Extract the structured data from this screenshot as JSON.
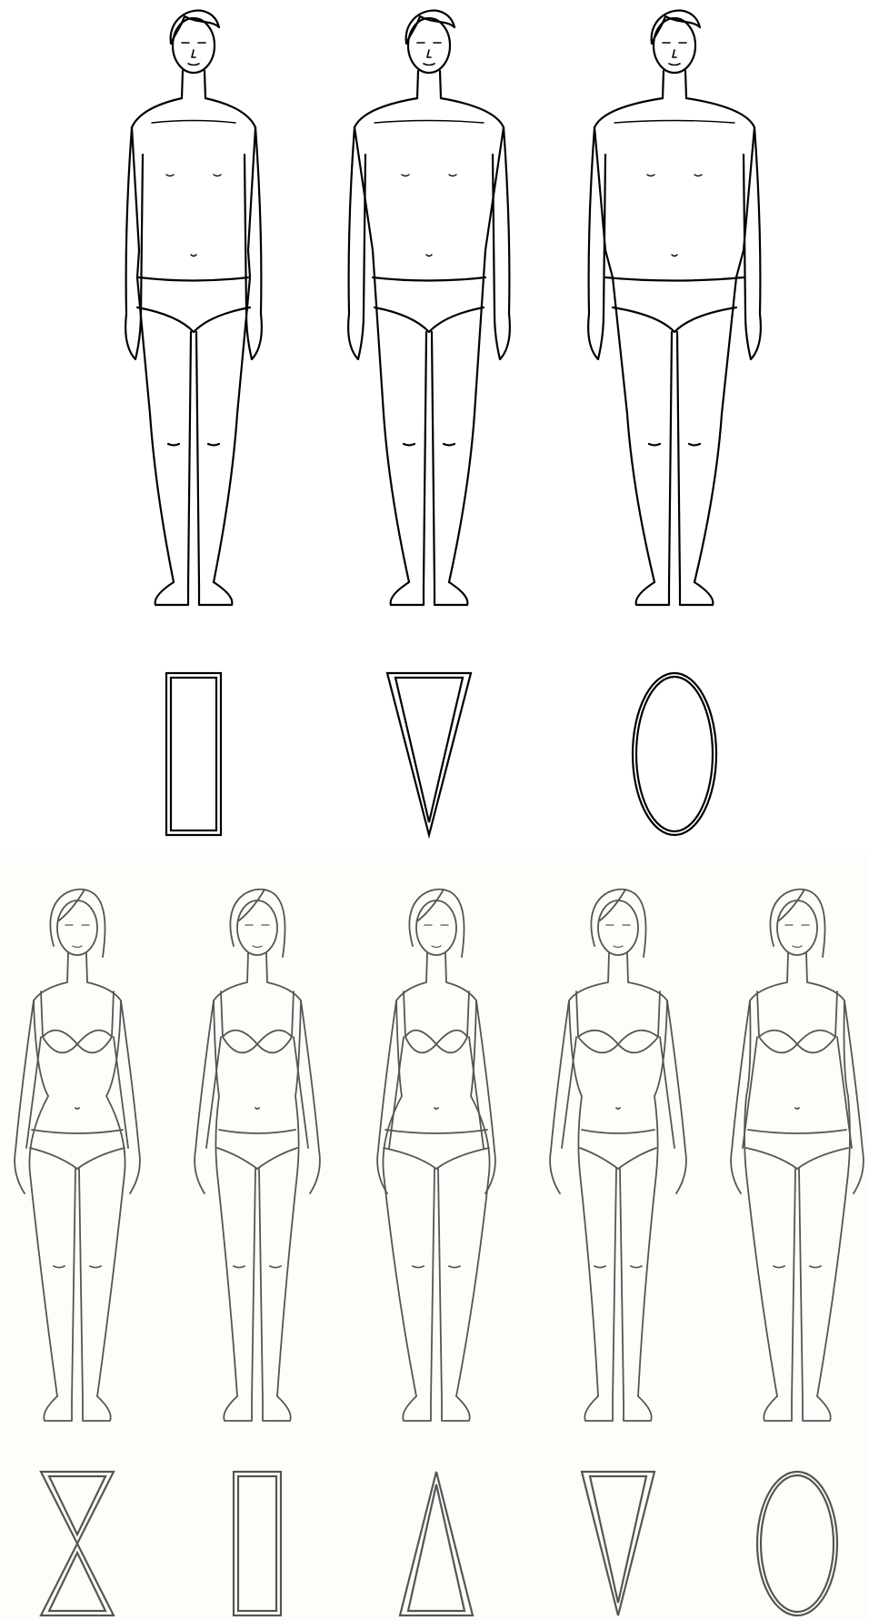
{
  "figure": {
    "background": "#ffffff",
    "female_panel_background": "#fdfdf9",
    "male_line_color": "#000000",
    "female_line_color": "#555555"
  },
  "male_row": {
    "figures": [
      {
        "name": "male-figure-slim"
      },
      {
        "name": "male-figure-broad-shoulders"
      },
      {
        "name": "male-figure-round-torso"
      }
    ],
    "shapes": [
      "rectangle",
      "inverted-triangle",
      "oval"
    ]
  },
  "female_row": {
    "figures": [
      {
        "name": "female-figure-1"
      },
      {
        "name": "female-figure-2"
      },
      {
        "name": "female-figure-3"
      },
      {
        "name": "female-figure-4"
      },
      {
        "name": "female-figure-5"
      }
    ],
    "shapes": [
      "hourglass",
      "rectangle",
      "triangle",
      "inverted-triangle",
      "oval"
    ]
  }
}
